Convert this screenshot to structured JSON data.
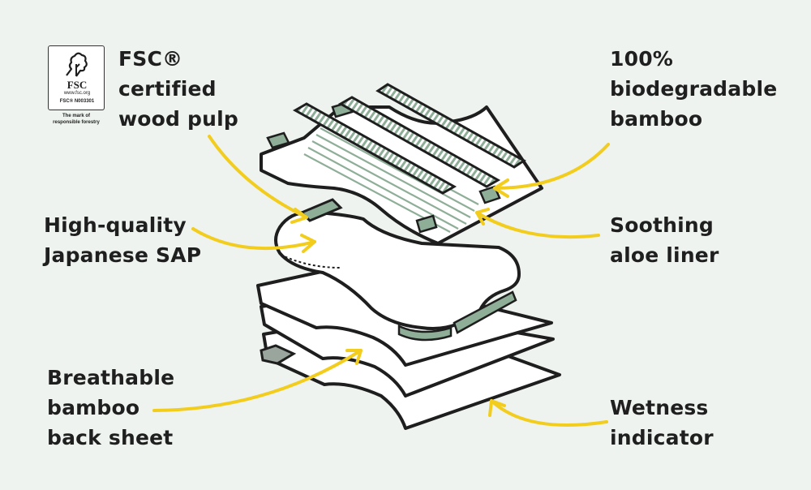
{
  "logo": {
    "name": "FSC",
    "url": "www.fsc.org",
    "code": "FSC® N003301",
    "caption_line1": "The mark of",
    "caption_line2": "responsible forestry"
  },
  "labels": {
    "fsc": [
      "FSC®",
      "certified",
      "wood pulp"
    ],
    "sap": [
      "High-quality",
      "Japanese SAP"
    ],
    "backsheet": [
      "Breathable",
      "bamboo",
      "back sheet"
    ],
    "bamboo": [
      "100%",
      "biodegradable",
      "bamboo"
    ],
    "aloe": [
      "Soothing",
      "aloe liner"
    ],
    "wetness": [
      "Wetness",
      "indicator"
    ]
  },
  "icons": [
    "fsc-tree-icon"
  ],
  "colors": {
    "background": "#eef3ef",
    "outline": "#1e1e1e",
    "layer_fill": "#ffffff",
    "accent_green": "#8fae98",
    "arrow_yellow": "#f2cd1d",
    "text": "#1f1f1f"
  }
}
